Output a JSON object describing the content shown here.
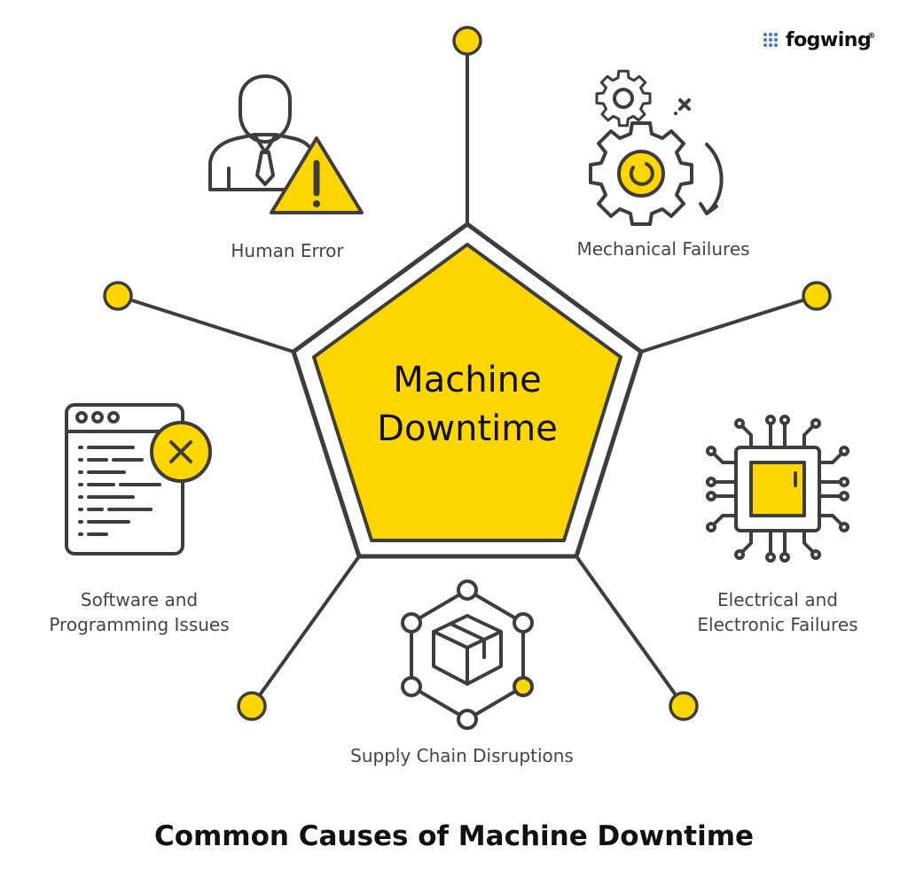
{
  "brand": {
    "name": "fogwing",
    "mark": "®"
  },
  "center": {
    "line1": "Machine",
    "line2": "Downtime"
  },
  "causes": {
    "human_error": "Human Error",
    "mechanical_1": "Mechanical Failures",
    "software_1": "Software and",
    "software_2": "Programming Issues",
    "electrical_1": "Electrical and",
    "electrical_2": "Electronic Failures",
    "supply": "Supply Chain Disruptions"
  },
  "footer": {
    "title": "Common Causes of Machine Downtime"
  },
  "colors": {
    "accent": "#FFD600",
    "stroke": "#3d3d3d",
    "text": "#444444",
    "brand_dots": "#3d7bd9"
  },
  "icons": [
    "person-warning-icon",
    "gears-icon",
    "code-window-error-icon",
    "circuit-chip-icon",
    "package-network-icon"
  ]
}
